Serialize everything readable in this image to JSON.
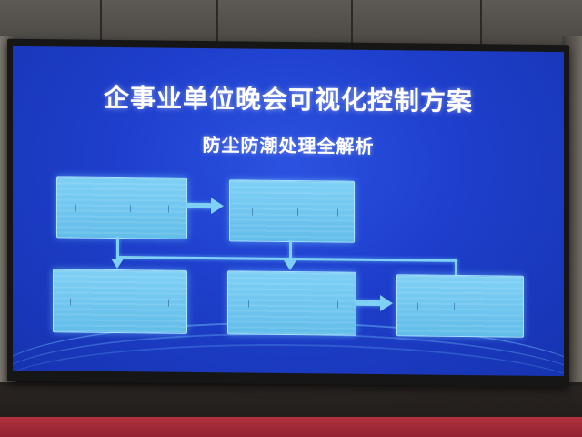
{
  "slide": {
    "title": "企事业单位晚会可视化控制方案",
    "subtitle": "防尘防潮处理全解析"
  },
  "colors": {
    "screen_blue": "#1e3fcc",
    "box_cyan": "#7fd0f5",
    "text_white": "#ffffff",
    "carpet_red": "#b2323d"
  },
  "diagram": {
    "boxes": [
      "box-1",
      "box-2",
      "box-3",
      "box-4",
      "box-5"
    ],
    "connections": [
      {
        "from": "box-1",
        "to": "box-2",
        "type": "arrow-right"
      },
      {
        "from": "box-1",
        "to": "box-3",
        "type": "arrow-down"
      },
      {
        "from": "box-2",
        "to": "box-4",
        "type": "arrow-down"
      },
      {
        "from": "box-4",
        "to": "box-5",
        "type": "arrow-right"
      },
      {
        "from": "branch-line",
        "to": "box-5",
        "type": "line"
      }
    ]
  }
}
